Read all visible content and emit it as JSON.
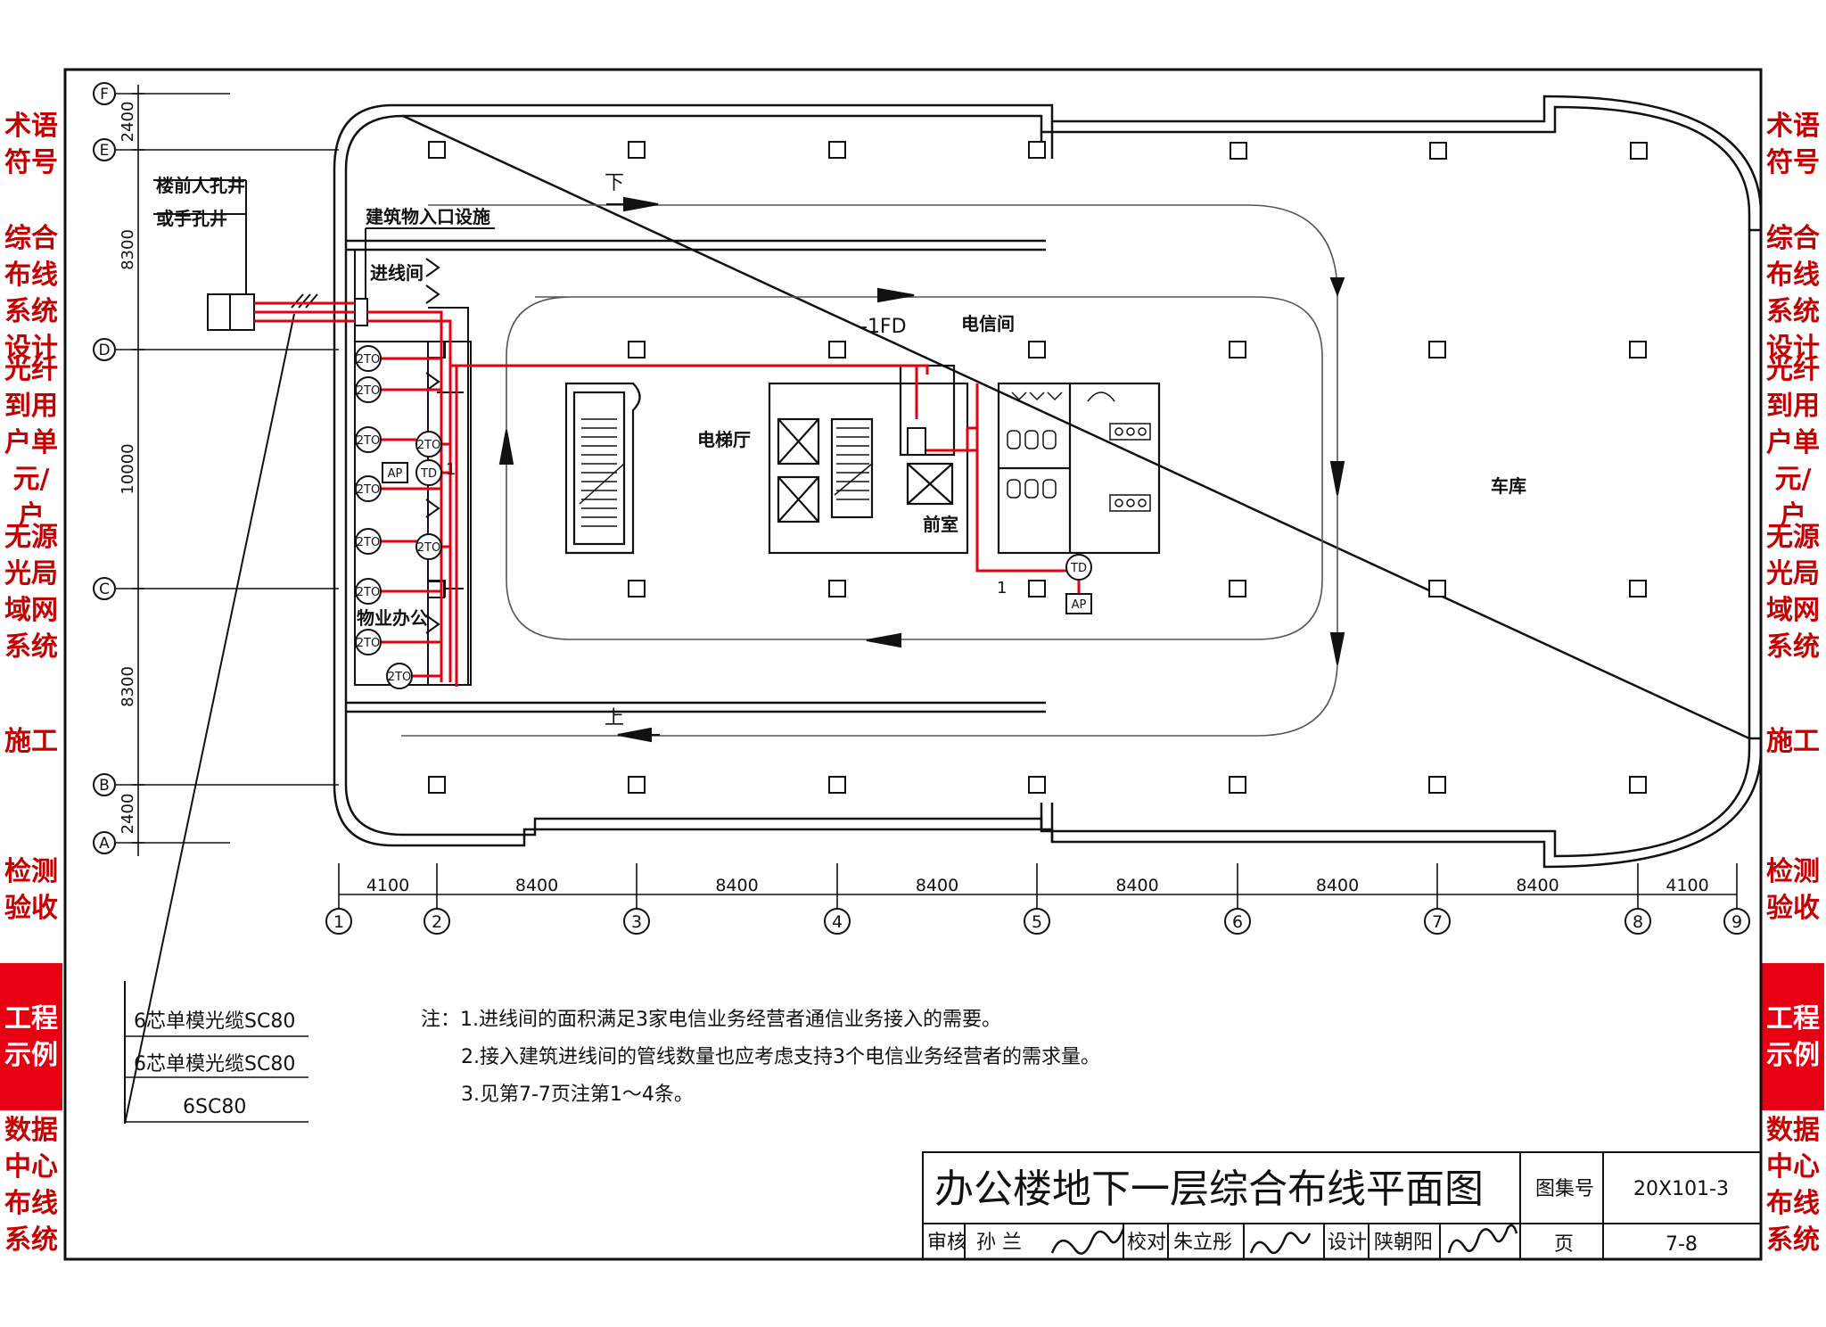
{
  "side_tabs": [
    {
      "label": "术语\n符号",
      "active": false
    },
    {
      "label": "综合\n布线\n系统\n设计",
      "active": false
    },
    {
      "label": "光纤\n到用\n户单\n元/户",
      "active": false
    },
    {
      "label": "无源\n光局\n域网\n系统",
      "active": false
    },
    {
      "label": "施工",
      "active": false
    },
    {
      "label": "检测\n验收",
      "active": false
    },
    {
      "label": "工程\n示例",
      "active": true
    },
    {
      "label": "数据\n中心\n布线\n系统",
      "active": false
    }
  ],
  "grid": {
    "rows": [
      "F",
      "E",
      "D",
      "C",
      "B",
      "A"
    ],
    "row_dims": [
      "2400",
      "8300",
      "10000",
      "8300",
      "2400"
    ],
    "cols": [
      "1",
      "2",
      "3",
      "4",
      "5",
      "6",
      "7",
      "8",
      "9"
    ],
    "col_dims": [
      "4100",
      "8400",
      "8400",
      "8400",
      "8400",
      "8400",
      "8400",
      "4100"
    ]
  },
  "labels": {
    "manhole_1": "楼前人孔井",
    "manhole_2": "或手孔井",
    "entrance_facility": "建筑物入口设施",
    "incoming_room": "进线间",
    "floor_distributor": "-1FD",
    "telecom_room": "电信间",
    "elevator_hall": "电梯厅",
    "front_room": "前室",
    "garage": "车库",
    "property_office": "物业办公",
    "down": "下",
    "up": "上",
    "outlet_2to": "2TO",
    "outlet_td": "TD",
    "outlet_ap": "AP",
    "one": "1"
  },
  "cables": [
    "6芯单模光缆SC80",
    "6芯单模光缆SC80",
    "6SC80"
  ],
  "notes": [
    "注：1.进线间的面积满足3家电信业务经营者通信业务接入的需要。",
    "2.接入建筑进线间的管线数量也应考虑支持3个电信业务经营者的需求量。",
    "3.见第7-7页注第1～4条。"
  ],
  "title_block": {
    "title": "办公楼地下一层综合布线平面图",
    "atlas_label": "图集号",
    "atlas_no": "20X101-3",
    "review_label": "审核",
    "reviewer": "孙 兰",
    "check_label": "校对",
    "checker": "朱立彤",
    "design_label": "设计",
    "designer": "陕朝阳",
    "page_label": "页",
    "page_no": "7-8"
  },
  "colors": {
    "cable_red": "#e60012",
    "tab_text": "#c40000",
    "tab_active_bg": "#e60012",
    "line": "#111111"
  }
}
